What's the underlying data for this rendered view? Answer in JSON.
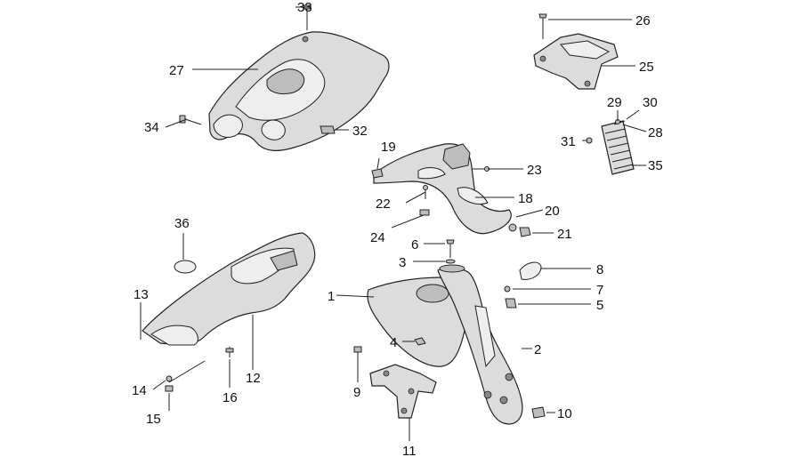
{
  "callouts": {
    "c1": "1",
    "c2": "2",
    "c3": "3",
    "c4": "4",
    "c5": "5",
    "c6": "6",
    "c7": "7",
    "c8": "8",
    "c9": "9",
    "c10": "10",
    "c11": "11",
    "c12": "12",
    "c13": "13",
    "c14": "14",
    "c15": "15",
    "c16": "16",
    "c18": "18",
    "c19": "19",
    "c20": "20",
    "c21": "21",
    "c22": "22",
    "c23": "23",
    "c24": "24",
    "c25": "25",
    "c26": "26",
    "c27": "27",
    "c28": "28",
    "c29": "29",
    "c30": "30",
    "c31": "31",
    "c32": "32",
    "c33": "33",
    "c34": "34",
    "c35": "35",
    "c36": "36"
  }
}
